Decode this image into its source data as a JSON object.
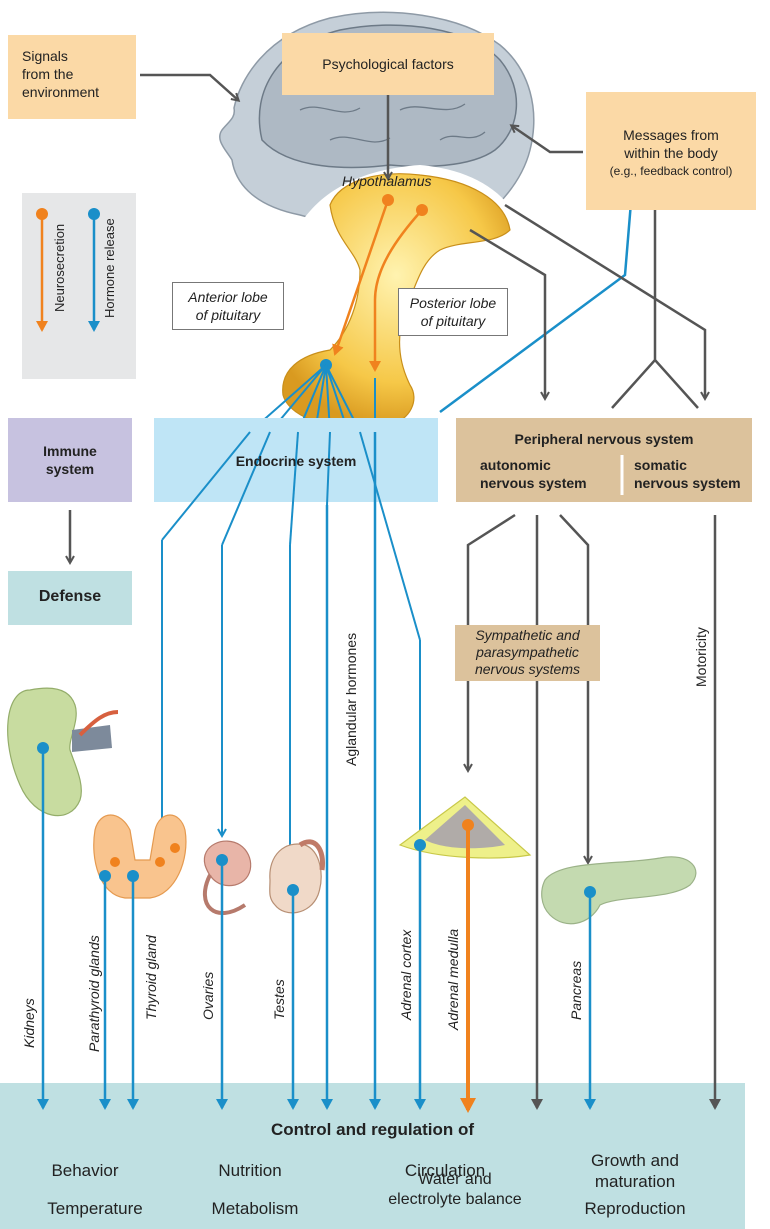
{
  "signals_box": "Signals\nfrom the\nenvironment",
  "psych_box": "Psychological factors",
  "messages_box": {
    "line1": "Messages from",
    "line2": "within the body",
    "line3": "(e.g., feedback control)"
  },
  "hypothalamus": "Hypothalamus",
  "legend": {
    "neurosecretion": "Neurosecretion",
    "hormone_release": "Hormone release"
  },
  "anterior_lobe": "Anterior lobe\nof pituitary",
  "posterior_lobe": "Posterior lobe\nof pituitary",
  "immune_system": "Immune\nsystem",
  "endocrine_system": "Endocrine system",
  "peripheral": {
    "title": "Peripheral nervous system",
    "autonomic": "autonomic\nnervous system",
    "somatic": "somatic\nnervous system"
  },
  "defense": "Defense",
  "sympathetic_box": "Sympathetic and\nparasympathetic\nnervous systems",
  "aglandular": "Aglandular hormones",
  "motoricity": "Motoricity",
  "organs": {
    "kidneys": "Kidneys",
    "parathyroid": "Parathyroid glands",
    "thyroid": "Thyroid gland",
    "ovaries": "Ovaries",
    "testes": "Testes",
    "adrenal_cortex": "Adrenal cortex",
    "adrenal_medulla": "Adrenal medulla",
    "pancreas": "Pancreas"
  },
  "control_title": "Control and regulation of",
  "control_items": {
    "behavior": "Behavior",
    "nutrition": "Nutrition",
    "circulation": "Circulation",
    "growth": "Growth and\nmaturation",
    "temperature": "Temperature",
    "metabolism": "Metabolism",
    "water": "Water and\nelectrolyte balance",
    "reproduction": "Reproduction"
  },
  "colors": {
    "blue": "#1a8fc9",
    "orange": "#f0821e",
    "gray": "#555555",
    "peach": "#fbd9a6"
  }
}
